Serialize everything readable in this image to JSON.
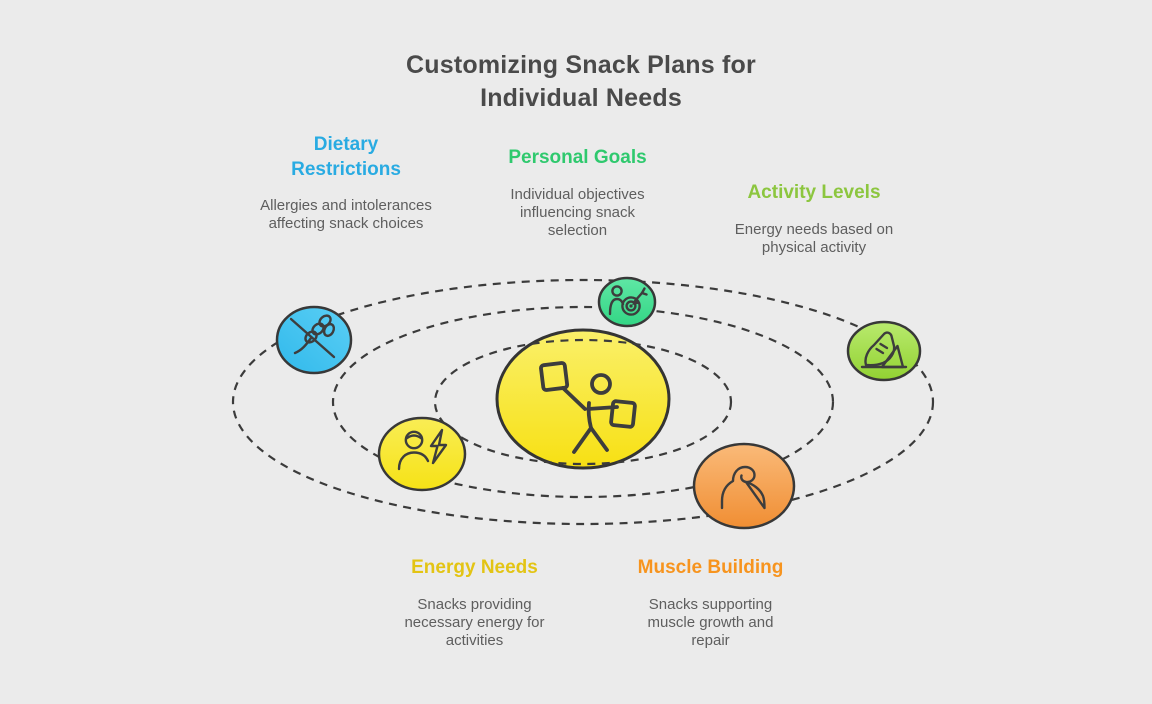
{
  "title": "Customizing Snack Plans for Individual Needs",
  "background_color": "#EBEBEB",
  "title_color": "#4A4A4A",
  "body_text_color": "#5E5E5E",
  "factors": [
    {
      "label": "Dietary Restrictions",
      "description": "Allergies and intolerances affecting snack choices",
      "color": "#29ABE2",
      "icon": "gluten-free-icon",
      "circle_fill_top": "#5BCFF5",
      "circle_fill_bottom": "#31B9EB"
    },
    {
      "label": "Personal Goals",
      "description": "Individual objectives influencing snack selection",
      "color": "#2FC96E",
      "icon": "goal-target-icon",
      "circle_fill_top": "#5FE7A5",
      "circle_fill_bottom": "#33D685"
    },
    {
      "label": "Activity Levels",
      "description": "Energy needs based on physical activity",
      "color": "#8CC63F",
      "icon": "running-shoe-icon",
      "circle_fill_top": "#B9EA6E",
      "circle_fill_bottom": "#92D232"
    },
    {
      "label": "Energy Needs",
      "description": "Snacks providing necessary energy for activities",
      "color": "#E3C414",
      "icon": "person-energy-icon",
      "circle_fill_top": "#F9ED55",
      "circle_fill_bottom": "#F6E216"
    },
    {
      "label": "Muscle Building",
      "description": "Snacks supporting muscle growth and repair",
      "color": "#F7941E",
      "icon": "muscle-arm-icon",
      "circle_fill_top": "#FABA79",
      "circle_fill_bottom": "#F08E33"
    }
  ],
  "diagram": {
    "type": "orbital",
    "orbit_count": 3,
    "orbit_line_color": "#3B3B3B",
    "outline_color": "#383838",
    "center_icon": "person-carrying-snacks-icon",
    "center_fill_top": "#FAF06A",
    "center_fill_bottom": "#F7E013"
  }
}
